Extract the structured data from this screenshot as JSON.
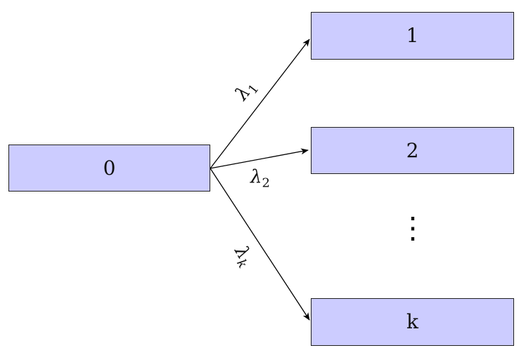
{
  "colors": {
    "node_fill": "#ccccff",
    "node_border": "#1f1f1f",
    "arrow": "#000000",
    "background": "#ffffff"
  },
  "nodes": [
    {
      "id": "0",
      "label": "0"
    },
    {
      "id": "1",
      "label": "1"
    },
    {
      "id": "2",
      "label": "2"
    },
    {
      "id": "k",
      "label": "k"
    }
  ],
  "edges": [
    {
      "from": "0",
      "to": "1",
      "label": "λ",
      "subscript": "1"
    },
    {
      "from": "0",
      "to": "2",
      "label": "λ",
      "subscript": "2"
    },
    {
      "from": "0",
      "to": "k",
      "label": "λ",
      "subscript": "k"
    }
  ],
  "ellipsis": "⋮"
}
